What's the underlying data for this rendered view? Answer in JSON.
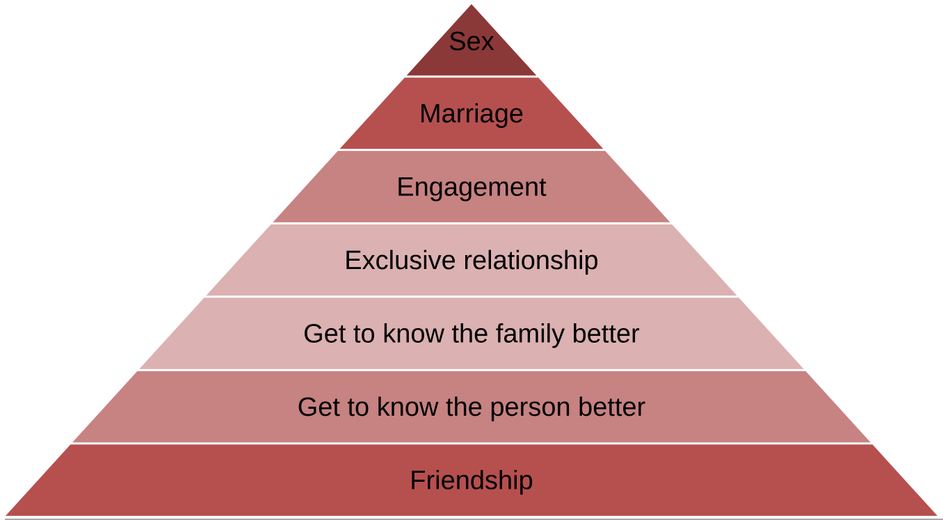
{
  "pyramid": {
    "levels": [
      {
        "label": "Sex",
        "color": "#8B3838"
      },
      {
        "label": "Marriage",
        "color": "#B5504F"
      },
      {
        "label": "Engagement",
        "color": "#C78282"
      },
      {
        "label": "Exclusive relationship",
        "color": "#DBB1B2"
      },
      {
        "label": "Get to know the family better",
        "color": "#DBB1B2"
      },
      {
        "label": "Get to know the person better",
        "color": "#C78282"
      },
      {
        "label": "Friendship",
        "color": "#B5504F"
      }
    ]
  }
}
